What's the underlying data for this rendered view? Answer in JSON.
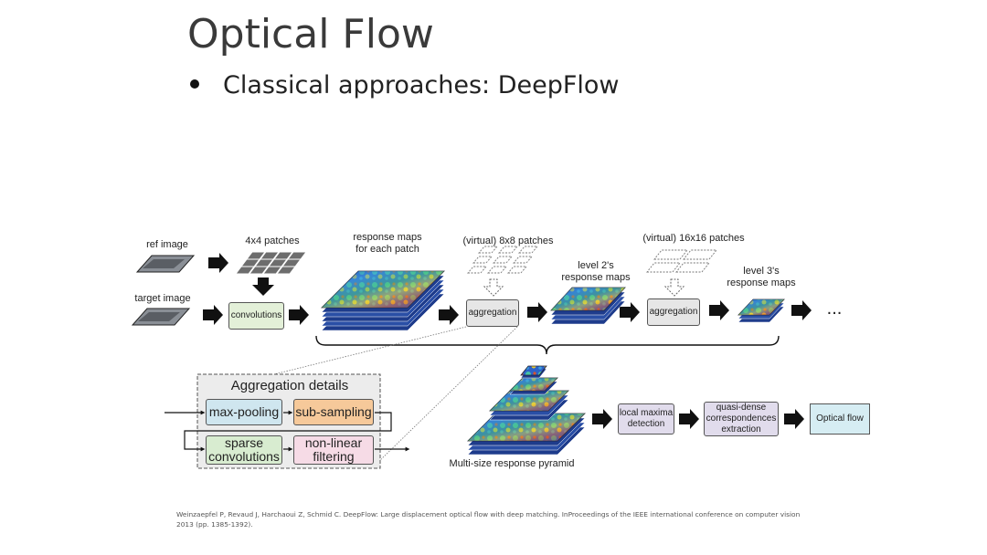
{
  "slide": {
    "title": "Optical Flow",
    "bullet": "Classical approaches: DeepFlow",
    "citation": "Weinzaepfel P, Revaud J, Harchaoui Z, Schmid C. DeepFlow: Large displacement optical flow with deep matching. InProceedings of the IEEE international conference on computer vision 2013 (pp. 1385-1392)."
  },
  "diagram": {
    "ref_image": "ref image",
    "target_image": "target image",
    "patches_4x4": "4x4 patches",
    "convolutions": "convolutions",
    "response_maps_line1": "response maps",
    "response_maps_line2": "for each patch",
    "virtual_8x8": "(virtual) 8x8 patches",
    "aggregation_1": "aggregation",
    "level2_line1": "level 2's",
    "level2_line2": "response maps",
    "virtual_16x16": "(virtual) 16x16 patches",
    "aggregation_2": "aggregation",
    "level3_line1": "level 3's",
    "level3_line2": "response maps",
    "ellipsis": "...",
    "aggregation_details_title": "Aggregation details",
    "max_pooling": "max-pooling",
    "sub_sampling": "sub-sampling",
    "sparse_line1": "sparse",
    "sparse_line2": "convolutions",
    "nonlinear_line1": "non-linear",
    "nonlinear_line2": "filtering",
    "pyramid_label": "Multi-size response pyramid",
    "local_maxima_line1": "local maxima",
    "local_maxima_line2": "detection",
    "quasi_line1": "quasi-dense",
    "quasi_line2": "correspondences",
    "quasi_line3": "extraction",
    "optical_flow": "Optical flow"
  },
  "colors": {
    "convolutions_fill": "#e3f0d8",
    "maxpool_fill": "#cfe6ef",
    "subsample_fill": "#f6c99a",
    "sparse_fill": "#d8ecd0",
    "nonlinear_fill": "#f6dbe6",
    "purple_fill": "#e1dcec",
    "flow_fill": "#d6edf3",
    "agg_gray": "#e6e6e6",
    "details_bg": "#eeeeee"
  }
}
